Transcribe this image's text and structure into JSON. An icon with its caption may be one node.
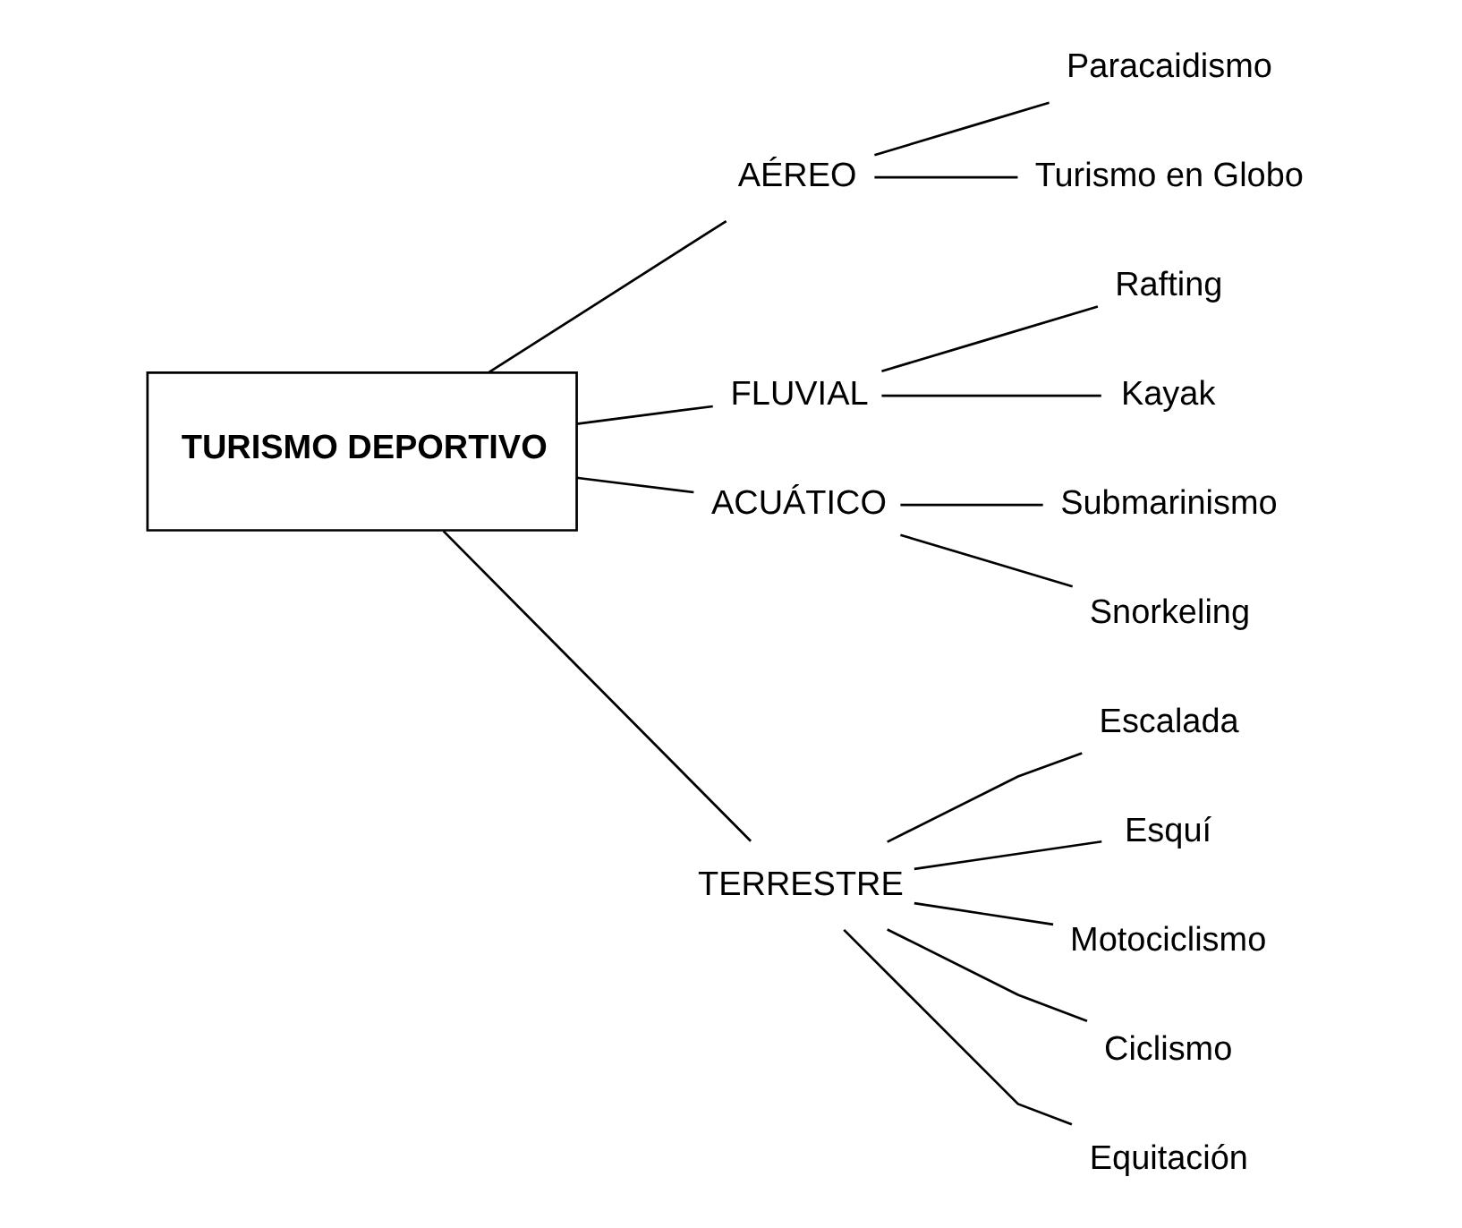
{
  "diagram": {
    "nodes": [
      {
        "text": [
          "TURISMO DEPORTIVO"
        ]
      },
      {
        "text": [
          "AÉREO"
        ]
      },
      {
        "text": [
          "Paracaidismo"
        ]
      },
      {
        "text": [
          "Turismo en Globo"
        ]
      },
      {
        "text": [
          "FLUVIAL"
        ]
      },
      {
        "text": [
          "Rafting"
        ]
      },
      {
        "text": [
          "Kayak"
        ]
      },
      {
        "text": [
          "ACUÁTICO"
        ]
      },
      {
        "text": [
          "Submarinismo"
        ]
      },
      {
        "text": [
          "Snorkeling"
        ]
      },
      {
        "text": [
          "TERRESTRE"
        ]
      },
      {
        "text": [
          "Escalada"
        ]
      },
      {
        "text": [
          "Esquí"
        ]
      },
      {
        "text": [
          "Motociclismo"
        ]
      },
      {
        "text": [
          "Ciclismo"
        ]
      },
      {
        "text": [
          "Equitación"
        ]
      }
    ],
    "edges": [
      {
        "from": 0,
        "to": 1,
        "arrow": "none"
      },
      {
        "from": 0,
        "to": 4,
        "arrow": "none"
      },
      {
        "from": 0,
        "to": 7,
        "arrow": "none"
      },
      {
        "from": 0,
        "to": 10,
        "arrow": "none"
      },
      {
        "from": 1,
        "to": 2,
        "arrow": "none"
      },
      {
        "from": 1,
        "to": 3,
        "arrow": "none"
      },
      {
        "from": 4,
        "to": 5,
        "arrow": "none"
      },
      {
        "from": 4,
        "to": 6,
        "arrow": "none"
      },
      {
        "from": 7,
        "to": 8,
        "arrow": "none"
      },
      {
        "from": 7,
        "to": 9,
        "arrow": "none"
      },
      {
        "from": 10,
        "to": 11,
        "arrow": "none"
      },
      {
        "from": 10,
        "to": 12,
        "arrow": "none"
      },
      {
        "from": 10,
        "to": 13,
        "arrow": "none"
      },
      {
        "from": 10,
        "to": 14,
        "arrow": "none"
      },
      {
        "from": 10,
        "to": 15,
        "arrow": "none"
      }
    ]
  }
}
